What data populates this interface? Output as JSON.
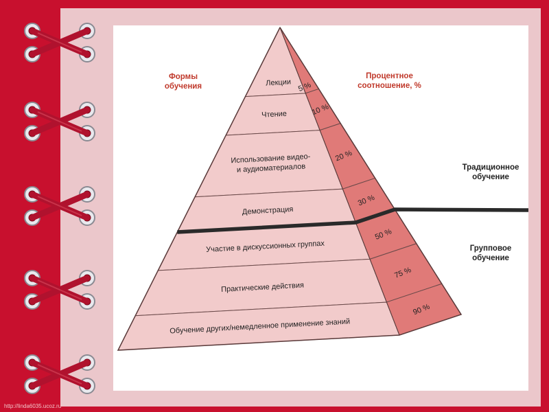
{
  "headers": {
    "forms": "Формы\nобучения",
    "percent": "Процентное\nсоотношение, %"
  },
  "levels": [
    {
      "label": "Лекции",
      "percent": "5 %"
    },
    {
      "label": "Чтение",
      "percent": "10 %"
    },
    {
      "label": "Использование видео-\nи аудиоматериалов",
      "percent": "20 %"
    },
    {
      "label": "Демонстрация",
      "percent": "30 %"
    },
    {
      "label": "Участие в дискуссионных группах",
      "percent": "50 %"
    },
    {
      "label": "Практические действия",
      "percent": "75 %"
    },
    {
      "label": "Обучение других/немедленное применение знаний",
      "percent": "90 %"
    }
  ],
  "groups": {
    "traditional": "Традиционное\nобучение",
    "group": "Групповое\nобучение"
  },
  "footer": "http://linda6035.ucoz.ru",
  "colors": {
    "background": "#c8102e",
    "frame": "#ebc7cb",
    "front_face": "#f2cbcb",
    "side_face": "#e07a78",
    "lace": "#b0122e",
    "grommet": "#e9e9ee",
    "divider": "#2a2a2a"
  }
}
